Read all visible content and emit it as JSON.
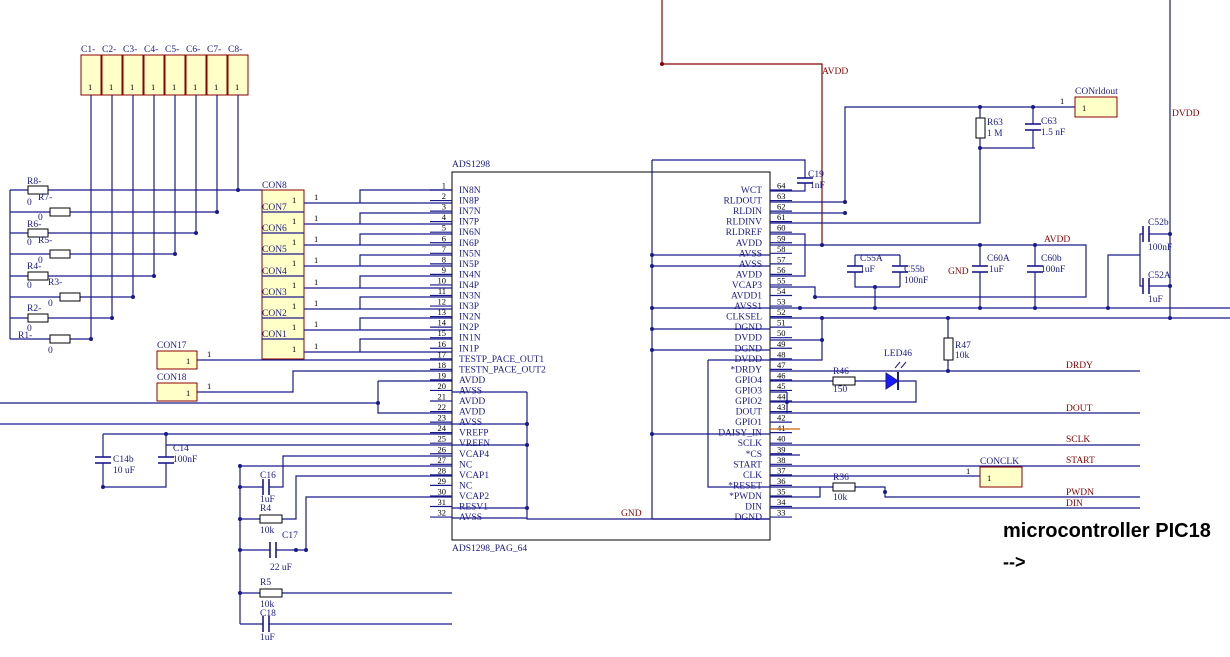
{
  "chip": {
    "name": "ADS1298",
    "footprint": "ADS1298_PAG_64",
    "left_pins": [
      {
        "num": "1",
        "name": "IN8N"
      },
      {
        "num": "2",
        "name": "IN8P"
      },
      {
        "num": "3",
        "name": "IN7N"
      },
      {
        "num": "4",
        "name": "IN7P"
      },
      {
        "num": "5",
        "name": "IN6N"
      },
      {
        "num": "6",
        "name": "IN6P"
      },
      {
        "num": "7",
        "name": "IN5N"
      },
      {
        "num": "8",
        "name": "IN5P"
      },
      {
        "num": "9",
        "name": "IN4N"
      },
      {
        "num": "10",
        "name": "IN4P"
      },
      {
        "num": "11",
        "name": "IN3N"
      },
      {
        "num": "12",
        "name": "IN3P"
      },
      {
        "num": "13",
        "name": "IN2N"
      },
      {
        "num": "14",
        "name": "IN2P"
      },
      {
        "num": "15",
        "name": "IN1N"
      },
      {
        "num": "16",
        "name": "IN1P"
      },
      {
        "num": "17",
        "name": "TESTP_PACE_OUT1"
      },
      {
        "num": "18",
        "name": "TESTN_PACE_OUT2"
      },
      {
        "num": "19",
        "name": "AVDD"
      },
      {
        "num": "20",
        "name": "AVSS"
      },
      {
        "num": "21",
        "name": "AVDD"
      },
      {
        "num": "22",
        "name": "AVDD"
      },
      {
        "num": "23",
        "name": "AVSS"
      },
      {
        "num": "24",
        "name": "VREFP"
      },
      {
        "num": "25",
        "name": "VREFN"
      },
      {
        "num": "26",
        "name": "VCAP4"
      },
      {
        "num": "27",
        "name": "NC"
      },
      {
        "num": "28",
        "name": "VCAP1"
      },
      {
        "num": "29",
        "name": "NC"
      },
      {
        "num": "30",
        "name": "VCAP2"
      },
      {
        "num": "31",
        "name": "RESV1"
      },
      {
        "num": "32",
        "name": "AVSS"
      }
    ],
    "right_pins": [
      {
        "num": "64",
        "name": "WCT"
      },
      {
        "num": "63",
        "name": "RLDOUT"
      },
      {
        "num": "62",
        "name": "RLDIN"
      },
      {
        "num": "61",
        "name": "RLDINV"
      },
      {
        "num": "60",
        "name": "RLDREF"
      },
      {
        "num": "59",
        "name": "AVDD"
      },
      {
        "num": "58",
        "name": "AVSS"
      },
      {
        "num": "57",
        "name": "AVSS"
      },
      {
        "num": "56",
        "name": "AVDD"
      },
      {
        "num": "55",
        "name": "VCAP3"
      },
      {
        "num": "54",
        "name": "AVDD1"
      },
      {
        "num": "53",
        "name": "AVSS1"
      },
      {
        "num": "52",
        "name": "CLKSEL"
      },
      {
        "num": "51",
        "name": "DGND"
      },
      {
        "num": "50",
        "name": "DVDD"
      },
      {
        "num": "49",
        "name": "DGND"
      },
      {
        "num": "48",
        "name": "DVDD"
      },
      {
        "num": "47",
        "name": "*DRDY"
      },
      {
        "num": "46",
        "name": "GPIO4"
      },
      {
        "num": "45",
        "name": "GPIO3"
      },
      {
        "num": "44",
        "name": "GPIO2"
      },
      {
        "num": "43",
        "name": "DOUT"
      },
      {
        "num": "42",
        "name": "GPIO1"
      },
      {
        "num": "41",
        "name": "DAISY_IN"
      },
      {
        "num": "40",
        "name": "SCLK"
      },
      {
        "num": "39",
        "name": "*CS"
      },
      {
        "num": "38",
        "name": "START"
      },
      {
        "num": "37",
        "name": "CLK"
      },
      {
        "num": "36",
        "name": "*RESET"
      },
      {
        "num": "35",
        "name": "*PWDN"
      },
      {
        "num": "34",
        "name": "DIN"
      },
      {
        "num": "33",
        "name": "DGND"
      }
    ]
  },
  "top_connectors": [
    "C1-",
    "C2-",
    "C3-",
    "C4-",
    "C5-",
    "C6-",
    "C7-",
    "C8-"
  ],
  "top_connector_pin": "1",
  "electrode_resistors": [
    {
      "name": "R8-",
      "value": "0"
    },
    {
      "name": "R7-",
      "value": "0"
    },
    {
      "name": "R6-",
      "value": "0"
    },
    {
      "name": "R5-",
      "value": "0"
    },
    {
      "name": "R4-",
      "value": "0"
    },
    {
      "name": "R3-",
      "value": "0"
    },
    {
      "name": "R2-",
      "value": "0"
    },
    {
      "name": "R1-",
      "value": "0"
    }
  ],
  "channel_connectors": [
    "CON8",
    "CON7",
    "CON6",
    "CON5",
    "CON4",
    "CON3",
    "CON2",
    "CON1"
  ],
  "pin1": "1",
  "con17": "CON17",
  "con18": "CON18",
  "conrldout": "CONrldout",
  "conclk": "CONCLK",
  "parts": {
    "c19": {
      "name": "C19",
      "value": "1nF"
    },
    "r63": {
      "name": "R63",
      "value": "1 M"
    },
    "c63": {
      "name": "C63",
      "value": "1.5 nF"
    },
    "c55a": {
      "name": "C55A",
      "value": "1uF"
    },
    "c55b": {
      "name": "C55b",
      "value": "100nF"
    },
    "c60a": {
      "name": "C60A",
      "value": "1uF"
    },
    "c60b": {
      "name": "C60b",
      "value": "100nF"
    },
    "c52b": {
      "name": "C52b",
      "value": "100nF"
    },
    "c52a": {
      "name": "C52A",
      "value": "1uF"
    },
    "r47": {
      "name": "R47",
      "value": "10k"
    },
    "r46": {
      "name": "R46",
      "value": "150"
    },
    "led46": {
      "name": "LED46"
    },
    "r36": {
      "name": "R36",
      "value": "10k"
    },
    "c14b": {
      "name": "C14b",
      "value": "10 uF"
    },
    "c14": {
      "name": "C14",
      "value": "100nF"
    },
    "c16": {
      "name": "C16",
      "value": "1uF"
    },
    "r4": {
      "name": "R4",
      "value": "10k"
    },
    "c17": {
      "name": "C17",
      "value": "22 uF"
    },
    "r5": {
      "name": "R5",
      "value": "10k"
    },
    "c18": {
      "name": "C18",
      "value": "1uF"
    }
  },
  "nets": {
    "avdd_top": "AVDD",
    "avdd_right": "AVDD",
    "dvdd": "DVDD",
    "gnd_right": "GND",
    "gnd_bottom": "GND",
    "drdy": "DRDY",
    "dout": "DOUT",
    "sclk": "SCLK",
    "start": "START",
    "pwdn": "PWDN",
    "din": "DIN"
  },
  "note": {
    "line1": "microcontroller PIC18",
    "line2": "-->"
  }
}
